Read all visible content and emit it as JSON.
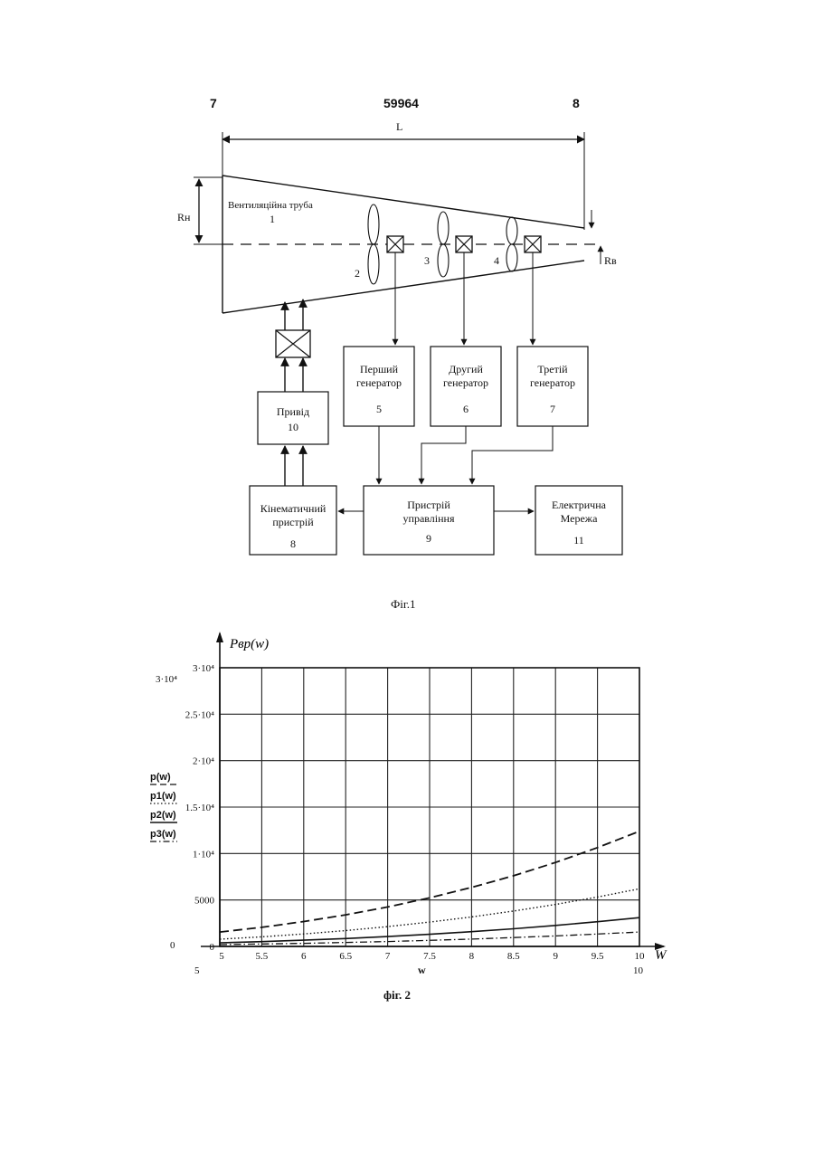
{
  "header": {
    "left": "7",
    "center": "59964",
    "right": "8"
  },
  "fig1": {
    "caption": "Фіг.1",
    "dim_length": "L",
    "dim_rn": "Rн",
    "dim_rv": "Rв",
    "tube_label": "Вентиляційна труба",
    "tube_num": "1",
    "fan_nums": [
      "2",
      "3",
      "4"
    ],
    "boxes": {
      "gen1": {
        "line1": "Перший",
        "line2": "генератор",
        "num": "5"
      },
      "gen2": {
        "line1": "Другий",
        "line2": "генератор",
        "num": "6"
      },
      "gen3": {
        "line1": "Третій",
        "line2": "генератор",
        "num": "7"
      },
      "drive": {
        "line1": "Привід",
        "num": "10"
      },
      "kin": {
        "line1": "Кінематичний",
        "line2": "пристрій",
        "num": "8"
      },
      "ctrl": {
        "line1": "Пристрій",
        "line2": "управління",
        "num": "9"
      },
      "grid": {
        "line1": "Електрична",
        "line2": "Мережа",
        "num": "11"
      }
    }
  },
  "fig2": {
    "caption": "фіг. 2",
    "y_title": "Pвр(w)",
    "x_title": "W",
    "x_label": "w",
    "x_min_label": "5",
    "x_max_label": "10",
    "y_left_top": "3·10⁴",
    "y_left_zero": "0",
    "legend": [
      "p(w)",
      "p1(w)",
      "p2(w)",
      "p3(w)"
    ]
  },
  "chart_data": {
    "type": "line",
    "title": "",
    "xlabel": "w",
    "ylabel": "Pвр(w)",
    "xlim": [
      5,
      10
    ],
    "ylim": [
      0,
      30000
    ],
    "x_ticks": [
      "5",
      "5.5",
      "6",
      "6.5",
      "7",
      "7.5",
      "8",
      "8.5",
      "9",
      "9.5",
      "10"
    ],
    "y_ticks": [
      "0",
      "5000",
      "1·10⁴",
      "1.5·10⁴",
      "2·10⁴",
      "2.5·10⁴",
      "3·10⁴"
    ],
    "grid": true,
    "legend_position": "left",
    "x": [
      5,
      5.5,
      6,
      6.5,
      7,
      7.5,
      8,
      8.5,
      9,
      9.5,
      10
    ],
    "series": [
      {
        "name": "p(w)",
        "style": "dashed",
        "values": [
          1550,
          2060,
          2680,
          3400,
          4250,
          5230,
          6350,
          7610,
          9040,
          10640,
          12400
        ]
      },
      {
        "name": "p1(w)",
        "style": "dotted",
        "values": [
          780,
          1030,
          1340,
          1700,
          2130,
          2620,
          3180,
          3810,
          4520,
          5320,
          6200
        ]
      },
      {
        "name": "p2(w)",
        "style": "solid",
        "values": [
          390,
          520,
          670,
          850,
          1060,
          1310,
          1590,
          1900,
          2260,
          2660,
          3100
        ]
      },
      {
        "name": "p3(w)",
        "style": "dashdot",
        "values": [
          190,
          260,
          330,
          430,
          530,
          650,
          790,
          950,
          1130,
          1330,
          1550
        ]
      }
    ]
  }
}
